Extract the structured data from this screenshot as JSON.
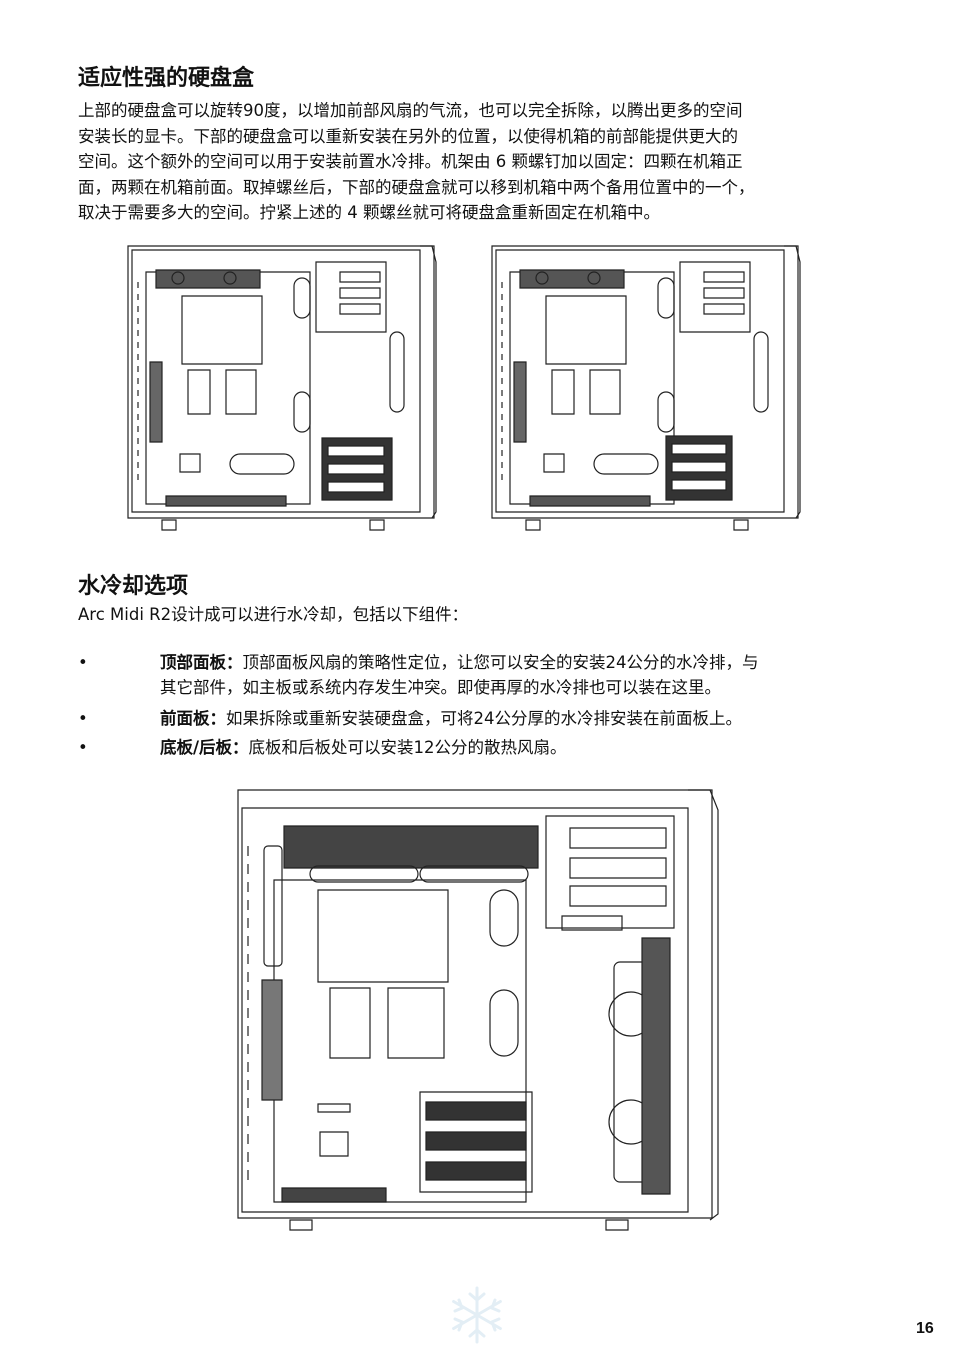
{
  "section1": {
    "title": "适应性强的硬盘盒",
    "paragraph_lines": [
      "上部的硬盘盒可以旋转90度，以增加前部风扇的气流，也可以完全拆除，以腾出更多的空间",
      "安装长的显卡。下部的硬盘盒可以重新安装在另外的位置，以使得机箱的前部能提供更大的",
      "空间。这个额外的空间可以用于安装前置水冷排。机架由  6  颗螺钉加以固定：四颗在机箱正",
      "面，两颗在机箱前面。取掉螺丝后，下部的硬盘盒就可以移到机箱中两个备用位置中的一个，",
      "取决于需要多大的空间。拧紧上述的 4 颗螺丝就可将硬盘盒重新固定在机箱中。"
    ]
  },
  "section2": {
    "title": "水冷却选项",
    "intro": "Arc Midi R2设计成可以进行水冷却，包括以下组件：",
    "bullets": [
      {
        "bullet": "•",
        "label": "顶部面板：",
        "lines": [
          "顶部面板风扇的策略性定位，让您可以安全的安装24公分的水冷排，与",
          "其它部件，如主板或系统内存发生冲突。即使再厚的水冷排也可以装在这里。"
        ]
      },
      {
        "bullet": "•",
        "label": "前面板：",
        "lines": [
          "如果拆除或重新安装硬盘盒，可将24公分厚的水冷排安装在前面板上。"
        ]
      },
      {
        "bullet": "•",
        "label": "底板/后板：",
        "lines": [
          "底板和后板处可以安装12公分的散热风扇。"
        ]
      }
    ]
  },
  "page_number": "16",
  "colors": {
    "ink": "#111111",
    "line_art": "#222222",
    "watermark": "#e3eef5"
  },
  "icons": {
    "watermark": "snowflake-icon"
  }
}
